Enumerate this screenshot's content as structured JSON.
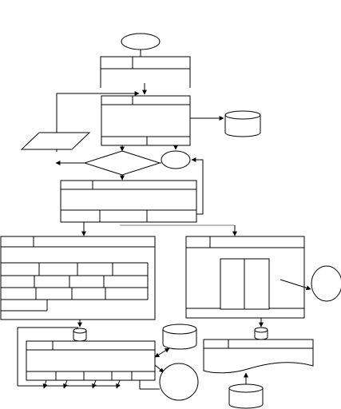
{
  "diagram": {
    "type": "flowchart",
    "text_labels": [],
    "shapes": [
      {
        "id": "start",
        "kind": "terminator-ellipse"
      },
      {
        "id": "box-top",
        "kind": "process-box"
      },
      {
        "id": "box-second",
        "kind": "process-box"
      },
      {
        "id": "db-right",
        "kind": "database-cylinder"
      },
      {
        "id": "input-parallelogram",
        "kind": "data-parallelogram"
      },
      {
        "id": "decision",
        "kind": "decision-diamond"
      },
      {
        "id": "connector-right",
        "kind": "connector-ellipse"
      },
      {
        "id": "box-third",
        "kind": "process-box"
      },
      {
        "id": "panel-left",
        "kind": "table-panel"
      },
      {
        "id": "panel-right",
        "kind": "window-panel"
      },
      {
        "id": "connector-side",
        "kind": "connector-circle"
      },
      {
        "id": "small-db-left",
        "kind": "database-cylinder"
      },
      {
        "id": "db-lower-mid",
        "kind": "database-cylinder"
      },
      {
        "id": "box-bottom-left",
        "kind": "process-box"
      },
      {
        "id": "connector-bottom",
        "kind": "connector-circle"
      },
      {
        "id": "small-db-right",
        "kind": "database-cylinder"
      },
      {
        "id": "document-bottom-right",
        "kind": "document-shape"
      },
      {
        "id": "db-bottom-right",
        "kind": "database-cylinder"
      }
    ]
  }
}
